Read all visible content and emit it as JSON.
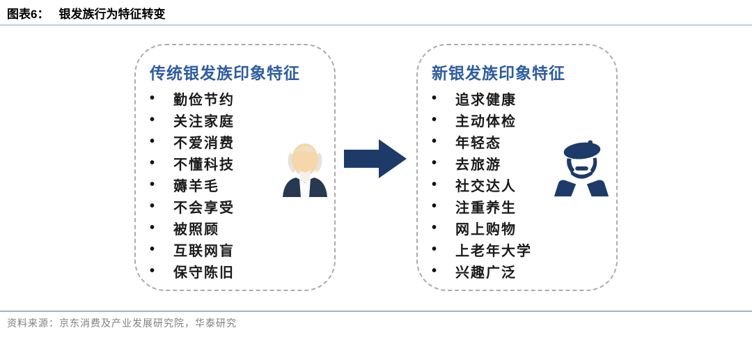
{
  "header": {
    "label": "图表6：",
    "title": "银发族行为特征转变"
  },
  "left_box": {
    "header": "传统银发族印象特征",
    "items": [
      "勤俭节约",
      "关注家庭",
      "不爱消费",
      "不懂科技",
      "薅羊毛",
      "不会享受",
      "被照顾",
      "互联网盲",
      "保守陈旧"
    ]
  },
  "right_box": {
    "header": "新银发族印象特征",
    "items": [
      "追求健康",
      "主动体检",
      "年轻态",
      "去旅游",
      "社交达人",
      "注重养生",
      "网上购物",
      "上老年大学",
      "兴趣广泛"
    ]
  },
  "bullets": {
    "glyph": "•"
  },
  "footer": {
    "source": "资料来源：京东消费及产业发展研究院，华泰研究"
  },
  "colors": {
    "accent_navy": "#1E3A68",
    "header_blue": "#2E5C9E",
    "title_underline": "#B9CDE5",
    "footer_divider": "#A5B1C2",
    "dashed_border": "#ABABAB",
    "text_black": "#1A1A1A",
    "source_gray": "#7F7F7F",
    "skin": "#F6D7AC",
    "hair_gray": "#E9E2D6",
    "beard_white": "#F4F1EA",
    "suit_navy": "#263950",
    "shirt_white": "#FBFBFB"
  }
}
